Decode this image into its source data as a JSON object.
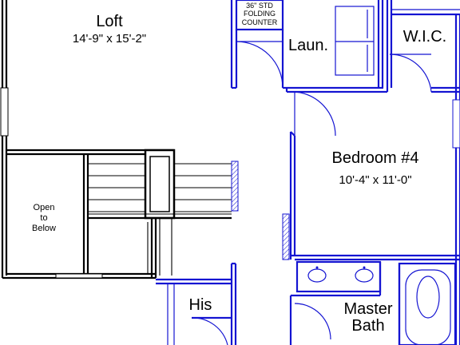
{
  "rooms": {
    "loft": {
      "name": "Loft",
      "dimensions": "14'-9\" x 15'-2\""
    },
    "laundry": {
      "name": "Laun."
    },
    "wic": {
      "name": "W.I.C."
    },
    "bedroom4": {
      "name": "Bedroom #4",
      "dimensions": "10'-4\" x 11'-0\""
    },
    "his": {
      "name": "His"
    },
    "master_bath": {
      "line1": "Master",
      "line2": "Bath"
    }
  },
  "notes": {
    "counter": {
      "line1": "36\" STD",
      "line2": "FOLDING",
      "line3": "COUNTER"
    },
    "open_to_below": {
      "line1": "Open",
      "line2": "to",
      "line3": "Below"
    }
  },
  "colors": {
    "wall_blue": "#1414d2",
    "wall_black": "#000000",
    "background": "#ffffff"
  }
}
